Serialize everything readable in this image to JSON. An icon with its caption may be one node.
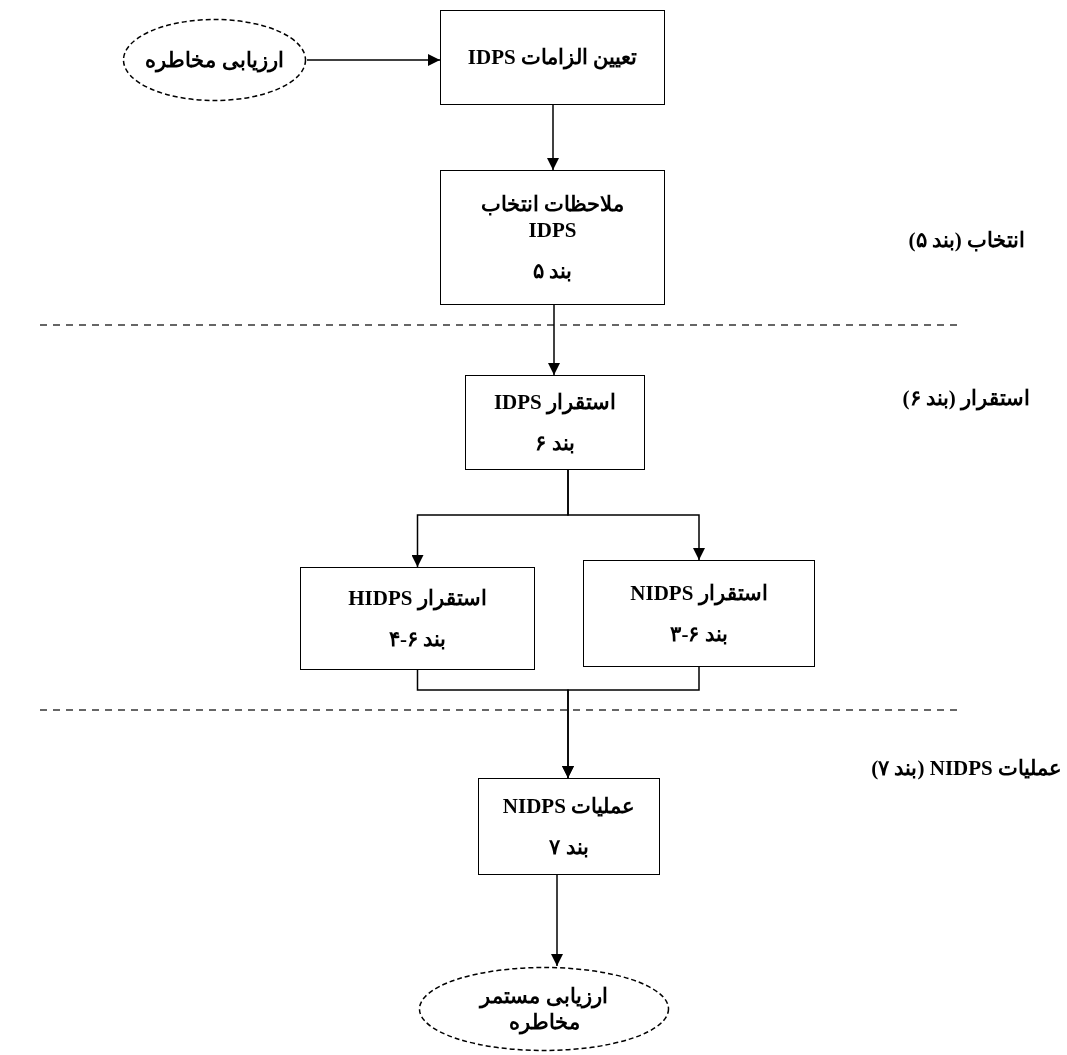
{
  "diagram": {
    "nodes": [
      {
        "text": [
          "ارزیابی مخاطره"
        ]
      },
      {
        "text": [
          "تعیین الزامات IDPS"
        ]
      },
      {
        "text": [
          "ملاحظات انتخاب IDPS",
          "بند ۵"
        ]
      },
      {
        "text": [
          "استقرار IDPS",
          "بند ۶"
        ]
      },
      {
        "text": [
          "استقرار HIDPS",
          "بند ۶-۴"
        ]
      },
      {
        "text": [
          "استقرار NIDPS",
          "بند ۶-۳"
        ]
      },
      {
        "text": [
          "عملیات NIDPS",
          "بند ۷"
        ]
      },
      {
        "text": [
          "ارزیابی مستمر مخاطره"
        ]
      }
    ],
    "edges": [
      {
        "from": 0,
        "to": 1,
        "arrow": "to"
      },
      {
        "from": 1,
        "to": 2,
        "arrow": "to"
      },
      {
        "from": 2,
        "to": 3,
        "arrow": "to"
      },
      {
        "from": 3,
        "to": 4,
        "arrow": "to"
      },
      {
        "from": 3,
        "to": 5,
        "arrow": "to"
      },
      {
        "from": 4,
        "to": 6,
        "arrow": "to"
      },
      {
        "from": 5,
        "to": 6,
        "arrow": "to"
      },
      {
        "from": 6,
        "to": 7,
        "arrow": "to"
      }
    ],
    "labels": [
      "انتخاب (بند ۵)",
      "استقرار (بند ۶)",
      "عملیات NIDPS (بند ۷)"
    ]
  }
}
